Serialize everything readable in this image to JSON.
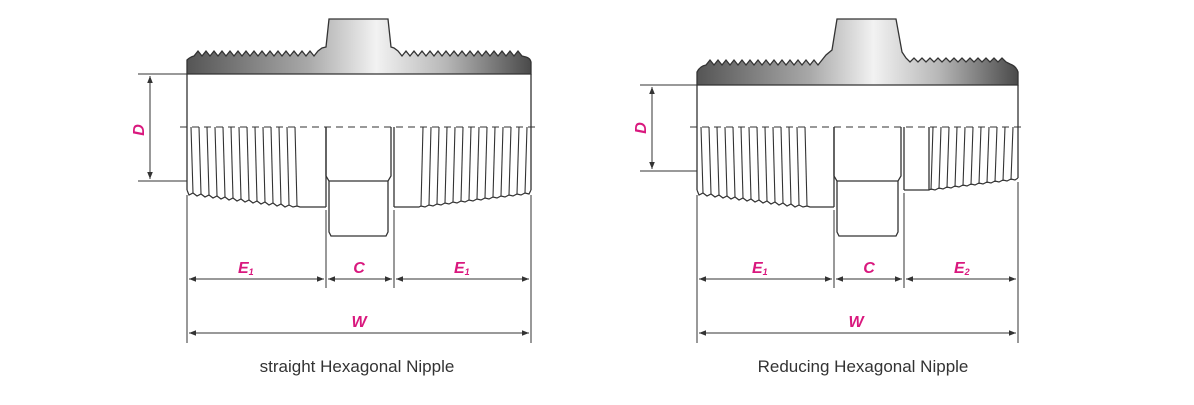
{
  "colors": {
    "label": "#d9187e",
    "outline": "#333333",
    "thread_dark": "#555555",
    "thread_light": "#e6e6e6"
  },
  "left": {
    "caption": "straight Hexagonal Nipple",
    "labels": {
      "d": "D",
      "e_left": "E",
      "e_left_sub": "1",
      "c": "C",
      "e_right": "E",
      "e_right_sub": "1",
      "w": "W"
    }
  },
  "right": {
    "caption": "Reducing Hexagonal Nipple",
    "labels": {
      "d": "D",
      "e_left": "E",
      "e_left_sub": "1",
      "c": "C",
      "e_right": "E",
      "e_right_sub": "2",
      "w": "W"
    }
  }
}
